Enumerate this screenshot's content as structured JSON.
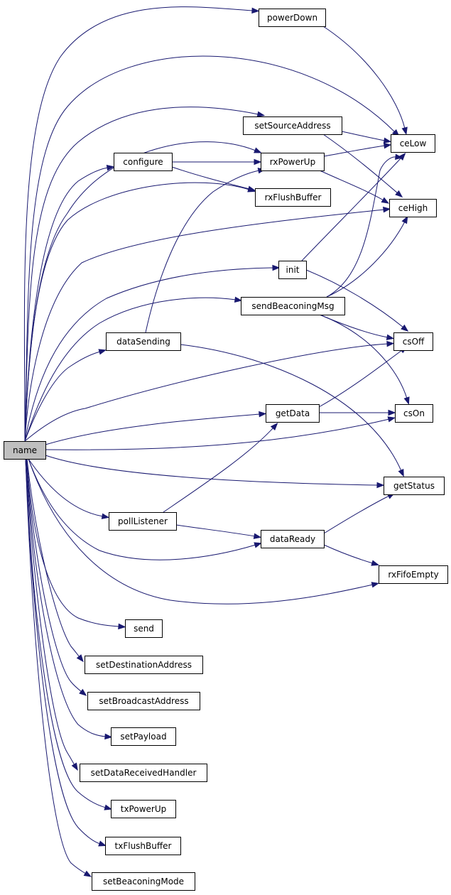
{
  "graph": {
    "colors": {
      "edge": "#191970",
      "root_fill": "#bfbfbf",
      "node_fill": "#ffffff",
      "node_border": "#000000"
    },
    "nodes": {
      "name": "name",
      "powerDown": "powerDown",
      "ceLow": "ceLow",
      "setSourceAddress": "setSourceAddress",
      "configure": "configure",
      "rxPowerUp": "rxPowerUp",
      "rxFlushBuffer": "rxFlushBuffer",
      "ceHigh": "ceHigh",
      "init": "init",
      "sendBeaconingMsg": "sendBeaconingMsg",
      "dataSending": "dataSending",
      "csOff": "csOff",
      "getData": "getData",
      "csOn": "csOn",
      "getStatus": "getStatus",
      "pollListener": "pollListener",
      "dataReady": "dataReady",
      "rxFifoEmpty": "rxFifoEmpty",
      "send": "send",
      "setDestinationAddress": "setDestinationAddress",
      "setBroadcastAddress": "setBroadcastAddress",
      "setPayload": "setPayload",
      "setDataReceivedHandler": "setDataReceivedHandler",
      "txPowerUp": "txPowerUp",
      "txFlushBuffer": "txFlushBuffer",
      "setBeaconingMode": "setBeaconingMode"
    },
    "edges": [
      [
        "name",
        "powerDown"
      ],
      [
        "name",
        "ceLow"
      ],
      [
        "name",
        "setSourceAddress"
      ],
      [
        "name",
        "configure"
      ],
      [
        "name",
        "rxPowerUp"
      ],
      [
        "name",
        "rxFlushBuffer"
      ],
      [
        "name",
        "ceHigh"
      ],
      [
        "name",
        "init"
      ],
      [
        "name",
        "sendBeaconingMsg"
      ],
      [
        "name",
        "dataSending"
      ],
      [
        "name",
        "csOff"
      ],
      [
        "name",
        "getData"
      ],
      [
        "name",
        "csOn"
      ],
      [
        "name",
        "getStatus"
      ],
      [
        "name",
        "pollListener"
      ],
      [
        "name",
        "dataReady"
      ],
      [
        "name",
        "rxFifoEmpty"
      ],
      [
        "name",
        "send"
      ],
      [
        "name",
        "setDestinationAddress"
      ],
      [
        "name",
        "setBroadcastAddress"
      ],
      [
        "name",
        "setPayload"
      ],
      [
        "name",
        "setDataReceivedHandler"
      ],
      [
        "name",
        "txPowerUp"
      ],
      [
        "name",
        "txFlushBuffer"
      ],
      [
        "name",
        "setBeaconingMode"
      ],
      [
        "powerDown",
        "ceLow"
      ],
      [
        "setSourceAddress",
        "ceLow"
      ],
      [
        "setSourceAddress",
        "ceHigh"
      ],
      [
        "configure",
        "rxPowerUp"
      ],
      [
        "configure",
        "rxFlushBuffer"
      ],
      [
        "rxPowerUp",
        "ceLow"
      ],
      [
        "rxPowerUp",
        "ceHigh"
      ],
      [
        "init",
        "ceLow"
      ],
      [
        "init",
        "csOff"
      ],
      [
        "sendBeaconingMsg",
        "ceLow"
      ],
      [
        "sendBeaconingMsg",
        "ceHigh"
      ],
      [
        "sendBeaconingMsg",
        "csOff"
      ],
      [
        "sendBeaconingMsg",
        "csOn"
      ],
      [
        "dataSending",
        "rxPowerUp"
      ],
      [
        "dataSending",
        "getStatus"
      ],
      [
        "getData",
        "csOff"
      ],
      [
        "getData",
        "csOn"
      ],
      [
        "pollListener",
        "getData"
      ],
      [
        "pollListener",
        "dataReady"
      ],
      [
        "dataReady",
        "getStatus"
      ],
      [
        "dataReady",
        "rxFifoEmpty"
      ]
    ]
  }
}
